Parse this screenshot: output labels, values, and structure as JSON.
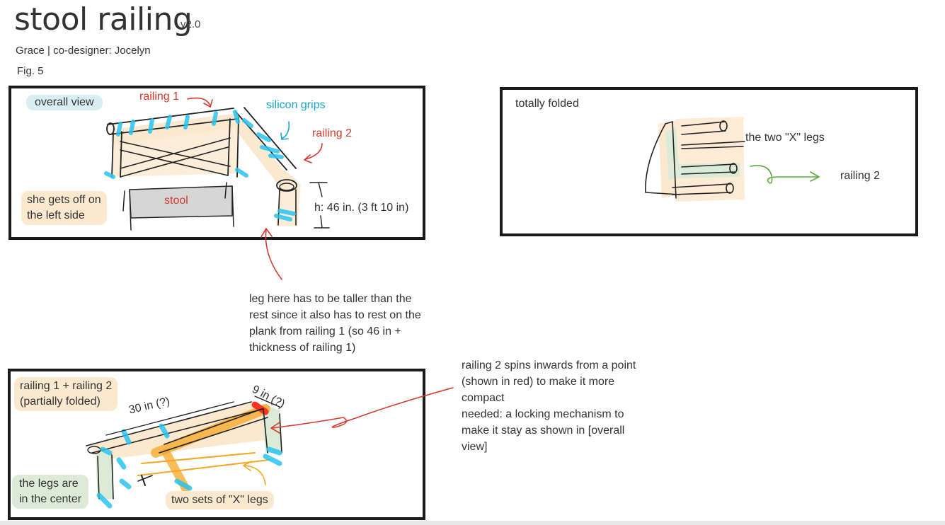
{
  "header": {
    "title": "stool railing",
    "version": "v2.0",
    "author": "Grace | co-designer: Jocelyn",
    "figure": "Fig. 5"
  },
  "panel_overall": {
    "view_label": "overall view",
    "railing1_label": "railing 1",
    "grips_label": "silicon grips",
    "railing2_label": "railing 2",
    "exit_label_line1": "she gets off on",
    "exit_label_line2": "the left side",
    "stool_label": "stool",
    "height_label": "h: 46 in. (3 ft 10 in)"
  },
  "leg_note": [
    "leg here has to be taller than the",
    "rest since it also has to rest on the",
    "plank from railing 1 (so 46 in +",
    "thickness of railing 1)"
  ],
  "panel_folded": {
    "view_label": "totally folded",
    "legs_label": "the two \"X\" legs",
    "railing2_label": "railing 2"
  },
  "panel_partial": {
    "label_line1": "railing 1 + railing 2",
    "label_line2": "(partially folded)",
    "length_label": "30 in (?)",
    "width_label": "9 in (?)",
    "legs_center_line1": "the legs are",
    "legs_center_line2": "in the center",
    "x_legs_label": "two sets of \"X\" legs"
  },
  "spin_note": [
    "railing 2 spins inwards from a point",
    "(shown in red) to make it more",
    "compact",
    "needed: a locking mechanism to",
    "make it stay as shown in [overall",
    "view]"
  ],
  "colors": {
    "annotation_red": "#d33a2f",
    "grip_cyan": "#29c4f0",
    "highlight_yellow": "#fbe9cf",
    "highlight_green": "#dcebd8",
    "highlight_blue": "#d8eef3",
    "arrow_green": "#5fa83c",
    "leg_orange": "#f5a623"
  }
}
